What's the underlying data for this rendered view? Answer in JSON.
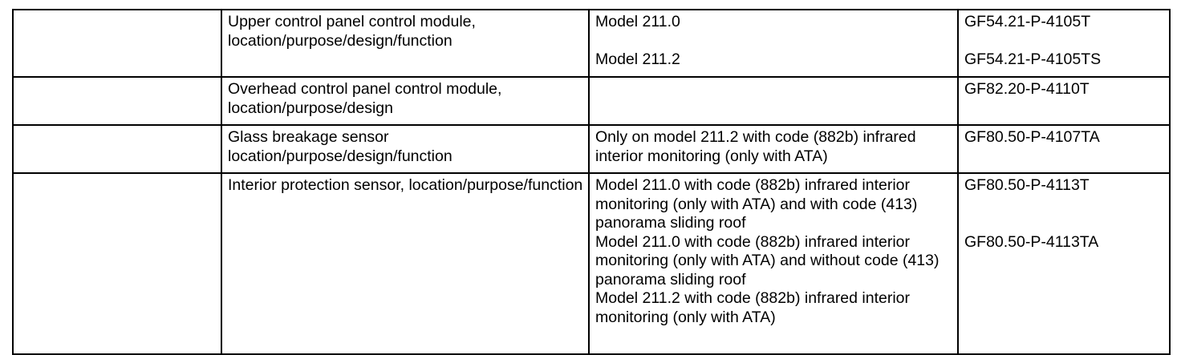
{
  "document": {
    "type": "specification-table",
    "columns": 4,
    "rows": 4
  },
  "table": {
    "rows": [
      {
        "id": "upper-control-panel-control-module",
        "col1": "",
        "col2": "Upper control panel control module, location/purpose/design/function",
        "col3_paragraphs": [
          "Model 211.0",
          "Model 211.2"
        ],
        "col3_has_blank_line_between": true,
        "col4_paragraphs": [
          "GF54.21-P-4105T",
          "GF54.21-P-4105TS"
        ],
        "col4_has_blank_line_between": true
      },
      {
        "id": "overhead-control-panel-control-module",
        "col1": "",
        "col2": "Overhead control panel control module, location/purpose/design",
        "col3_paragraphs": [],
        "col3_has_blank_line_between": false,
        "col4_paragraphs": [
          "GF82.20-P-4110T"
        ],
        "col4_has_blank_line_between": false
      },
      {
        "id": "glass-breakage-sensor",
        "col1": "",
        "col2": "Glass breakage sensor location/purpose/design/function",
        "col3_paragraphs": [
          "Only on model 211.2 with code (882b) infrared interior monitoring (only with ATA)"
        ],
        "col3_has_blank_line_between": false,
        "col4_paragraphs": [
          "GF80.50-P-4107TA"
        ],
        "col4_has_blank_line_between": false
      },
      {
        "id": "interior-protection-sensor",
        "col1": "",
        "col2": "Interior protection sensor, location/purpose/function",
        "col3_paragraphs": [
          "Model 211.0 with code (882b) infrared interior monitoring (only with ATA) and with code (413) panorama sliding roof",
          "Model 211.0 with code (882b) infrared interior monitoring (only with ATA) and without code (413) panorama sliding roof",
          "Model 211.2 with code (882b) infrared interior monitoring (only with ATA)"
        ],
        "col3_has_blank_line_between": false,
        "col4_paragraphs": [
          "GF80.50-P-4113T",
          "GF80.50-P-4113TA"
        ],
        "col4_has_blank_line_between": true
      }
    ]
  },
  "style": {
    "border_color": "#000000",
    "text_color": "#000000",
    "background": "#ffffff"
  }
}
